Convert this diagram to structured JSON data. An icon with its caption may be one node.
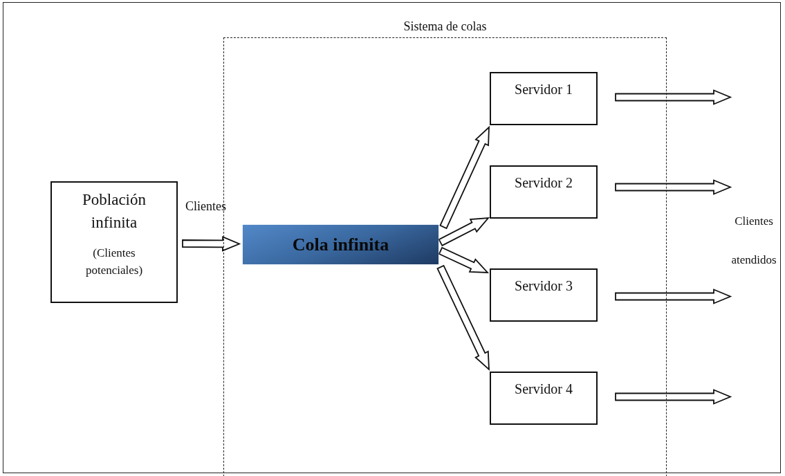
{
  "diagram": {
    "nodes": [
      {
        "text": [
          "Sistema de colas"
        ]
      },
      {
        "text": [
          "Población infinita",
          "(Clientes potenciales)"
        ]
      },
      {
        "text": [
          "Cola infinita"
        ],
        "in": 0
      },
      {
        "text": [
          "Servidor 1"
        ],
        "in": 0
      },
      {
        "text": [
          "Servidor 2"
        ],
        "in": 0
      },
      {
        "text": [
          "Servidor 3"
        ],
        "in": 0
      },
      {
        "text": [
          "Servidor 4"
        ],
        "in": 0
      }
    ],
    "edges": [
      {
        "from": 1,
        "to": 2,
        "arrow": "to",
        "label": "Clientes"
      },
      {
        "from": 2,
        "to": 3,
        "arrow": "to"
      },
      {
        "from": 2,
        "to": 4,
        "arrow": "to"
      },
      {
        "from": 2,
        "to": 5,
        "arrow": "to"
      },
      {
        "from": 2,
        "to": 6,
        "arrow": "to"
      },
      {
        "from": 3,
        "to": null,
        "arrow": "to"
      },
      {
        "from": 4,
        "to": null,
        "arrow": "to"
      },
      {
        "from": 5,
        "to": null,
        "arrow": "to"
      },
      {
        "from": 6,
        "to": null,
        "arrow": "to"
      }
    ],
    "labels": [
      "Clientes atendidos"
    ]
  }
}
